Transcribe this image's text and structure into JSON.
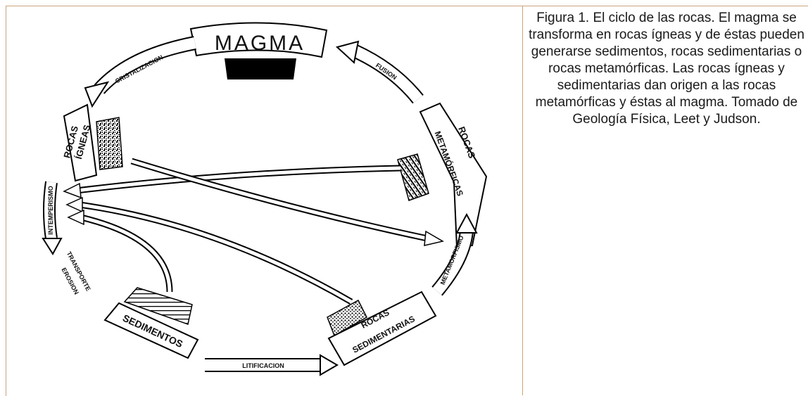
{
  "caption": "Figura 1. El ciclo de las rocas. El magma se transforma en rocas ígneas y de éstas pueden generarse sedimentos, rocas sedimentarias o rocas metamórficas. Las rocas ígneas y sedimentarias dan origen a las rocas metamórficas y éstas al magma. Tomado de Geología Física, Leet y Judson.",
  "diagram": {
    "magma": "MAGMA",
    "rocas_igneas_line1": "ROCAS",
    "rocas_igneas_line2": "ÍGNEAS",
    "rocas_metamorficas_line1": "ROCAS",
    "rocas_metamorficas_line2": "METAMÓRFICAS",
    "rocas_sedimentarias_line1": "ROCAS",
    "rocas_sedimentarias_line2": "SEDIMENTARIAS",
    "sedimentos": "SEDIMENTOS",
    "cristalizacion": "CRISTALIZACION",
    "fusion": "FUSION",
    "metamorfismo": "METAMORFISMO",
    "litificacion": "LITIFICACION",
    "intemperismo": "INTEMPERISMO",
    "transporte": "TRANSPORTE",
    "erosion": "EROSION"
  }
}
